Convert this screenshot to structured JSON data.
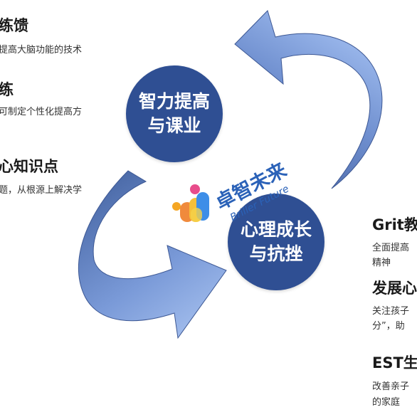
{
  "left": {
    "item1": {
      "title": "练馈",
      "desc": "提高大脑功能的技术"
    },
    "item2": {
      "title": "练",
      "desc": "可制定个性化提高方"
    },
    "item3": {
      "title": "心知识点",
      "desc": "题，从根源上解决学"
    }
  },
  "circles": {
    "top": {
      "line1": "智力提高",
      "line2": "与课业"
    },
    "bottom": {
      "line1": "心理成长",
      "line2": "与抗挫"
    }
  },
  "logo": {
    "cn": "卓智未来",
    "en": "Briller Future"
  },
  "right": {
    "item1": {
      "title": "Grit教",
      "desc1": "全面提高",
      "desc2": "精神"
    },
    "item2": {
      "title": "发展心",
      "desc1": "关注孩子",
      "desc2": "分”，助"
    },
    "item3": {
      "title": "EST生",
      "desc1": "改善亲子",
      "desc2": "的家庭"
    }
  },
  "colors": {
    "circle": "#2f4f93",
    "arrow_light": "#8fb0e8",
    "arrow_dark": "#5a78b4"
  }
}
